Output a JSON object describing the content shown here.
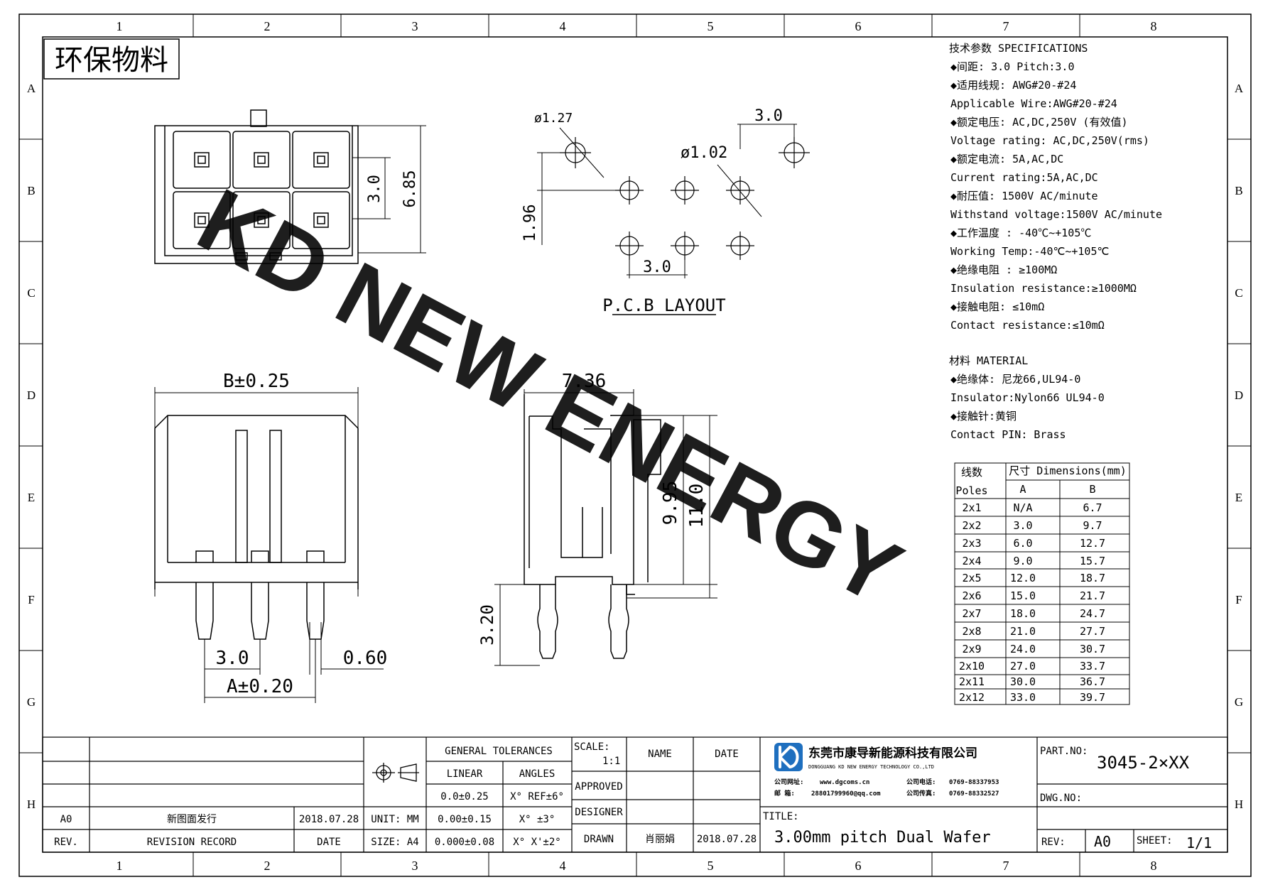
{
  "grid": {
    "cols": [
      "1",
      "2",
      "3",
      "4",
      "5",
      "6",
      "7",
      "8"
    ],
    "rows": [
      "A",
      "B",
      "C",
      "D",
      "E",
      "F",
      "G",
      "H"
    ]
  },
  "eco_label": "环保物料",
  "watermark": {
    "text": "KD NEW ENERGY",
    "color": "#4ef0f4"
  },
  "front_view": {
    "dim_pitch": "3.0",
    "dim_height": "6.85"
  },
  "pcb": {
    "title": "P.C.B LAYOUT",
    "hole_large": "ø1.27",
    "hole_small": "ø1.02",
    "dim_row": "1.96",
    "dim_pitch_top": "3.0",
    "dim_pitch_bottom": "3.0"
  },
  "bottom_view": {
    "dim_width": "B±0.25",
    "dim_pitch": "3.0",
    "dim_pin": "0.60",
    "dim_span": "A±0.20"
  },
  "side_view": {
    "dim_depth": "7.36",
    "dim_inner": "9.95",
    "dim_height": "11.0",
    "dim_tail": "3.20"
  },
  "specs": {
    "title": "技术参数  SPECIFICATIONS",
    "lines": [
      "◆间距: 3.0      Pitch:3.0",
      "◆适用线规: AWG#20-#24",
      "  Applicable Wire:AWG#20-#24",
      "◆额定电压: AC,DC,250V (有效值)",
      "  Voltage rating: AC,DC,250V(rms)",
      "◆额定电流: 5A,AC,DC",
      "  Current rating:5A,AC,DC",
      "◆耐压值: 1500V AC/minute",
      "   Withstand voltage:1500V AC/minute",
      "◆工作温度 : -40℃~+105℃",
      "  Working Temp:-40℃~+105℃",
      "◆绝缘电阻 : ≥100MΩ",
      "  Insulation resistance:≥1000MΩ",
      "◆接触电阻: ≤10mΩ",
      "  Contact resistance:≤10mΩ"
    ]
  },
  "material": {
    "title": "材料  MATERIAL",
    "lines": [
      "◆绝缘体: 尼龙66,UL94-0",
      "   Insulator:Nylon66 UL94-0",
      "◆接触针:黄铜",
      "  Contact PIN:  Brass"
    ]
  },
  "dim_table": {
    "h_poles_cn": "线数",
    "h_poles_en": "Poles",
    "h_dims": "尺寸 Dimensions(mm)",
    "h_a": "A",
    "h_b": "B",
    "rows": [
      [
        "2x1",
        "N/A",
        "6.7"
      ],
      [
        "2x2",
        "3.0",
        "9.7"
      ],
      [
        "2x3",
        "6.0",
        "12.7"
      ],
      [
        "2x4",
        "9.0",
        "15.7"
      ],
      [
        "2x5",
        "12.0",
        "18.7"
      ],
      [
        "2x6",
        "15.0",
        "21.7"
      ],
      [
        "2x7",
        "18.0",
        "24.7"
      ],
      [
        "2x8",
        "21.0",
        "27.7"
      ],
      [
        "2x9",
        "24.0",
        "30.7"
      ],
      [
        "2x10",
        "27.0",
        "33.7"
      ],
      [
        "2x11",
        "30.0",
        "36.7"
      ],
      [
        "2x12",
        "33.0",
        "39.7"
      ]
    ]
  },
  "title_block": {
    "rev_value": "A0",
    "rev_record_value": "新图面发行",
    "rev_date_value": "2018.07.28",
    "rev_label": "REV.",
    "record_label": "REVISION RECORD",
    "date_label": "DATE",
    "unit_label": "UNIT: MM",
    "size_label": "SIZE: A4",
    "general_tol": "GENERAL TOLERANCES",
    "linear": "LINEAR",
    "angles": "ANGLES",
    "tol_rows": [
      [
        "0.0±0.25",
        "X° REF±6°"
      ],
      [
        "0.00±0.15",
        "X° ±3°"
      ],
      [
        "0.000±0.08",
        "X° X'±2°"
      ]
    ],
    "scale_label": "SCALE:",
    "scale_value": "1:1",
    "name_label": "NAME",
    "date_col_label": "DATE",
    "approved": "APPROVED",
    "designer": "DESIGNER",
    "drawn": "DRAWN",
    "drawn_name": "肖丽娟",
    "drawn_date": "2018.07.28",
    "company_cn": "东莞市康导新能源科技有限公司",
    "company_en": "DONGGUANG KD NEW ENERGY TECHNOLOGY CO.,LTD",
    "web_label": "公司网址:",
    "web_value": "www.dgcoms.cn",
    "tel_label": "公司电话:",
    "tel_value": "0769-88337953",
    "mail_label": "邮    箱:",
    "mail_value": "28801799960@qq.com",
    "fax_label": "公司传真:",
    "fax_value": "0769-88332527",
    "title_label": "TITLE:",
    "title_value": "3.00mm pitch Dual Wafer",
    "part_label": "PART.NO:",
    "part_value": "3045-2×XX",
    "dwg_label": "DWG.NO:",
    "rev2_label": "REV:",
    "rev2_value": "A0",
    "sheet_label": "SHEET:",
    "sheet_value": "1/1",
    "logo_color": "#1e6fbf"
  }
}
